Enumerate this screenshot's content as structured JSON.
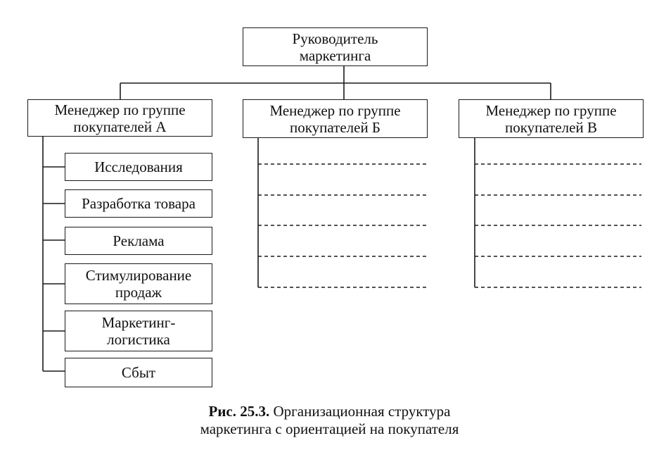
{
  "root": {
    "line1": "Руководитель",
    "line2": "маркетинга"
  },
  "managers": [
    {
      "line1": "Менеджер по группе",
      "line2": "покупателей А"
    },
    {
      "line1": "Менеджер по группе",
      "line2": "покупателей Б"
    },
    {
      "line1": "Менеджер по группе",
      "line2": "покупателей В"
    }
  ],
  "functions": [
    {
      "line1": "Исследования"
    },
    {
      "line1": "Разработка товара"
    },
    {
      "line1": "Реклама"
    },
    {
      "line1": "Стимулирование",
      "line2": "продаж"
    },
    {
      "line1": "Маркетинг-",
      "line2": "логистика"
    },
    {
      "line1": "Сбыт"
    }
  ],
  "caption": {
    "number": "Рис. 25.3.",
    "text": "Организационная структура",
    "line2": "маркетинга с ориентацией на покупателя"
  }
}
